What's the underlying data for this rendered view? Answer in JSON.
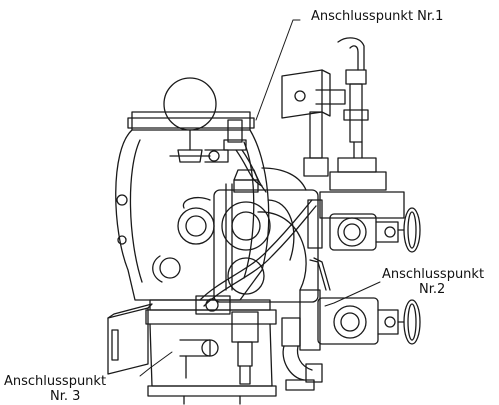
{
  "callouts": {
    "point1": "Anschlusspunkt Nr.1",
    "point2_line1": "Anschlusspunkt",
    "point2_line2": "Nr.2",
    "point3_line1": "Anschlusspunkt",
    "point3_line2": "Nr. 3"
  },
  "colors": {
    "line": "#1a1a1a",
    "background": "#ffffff"
  }
}
